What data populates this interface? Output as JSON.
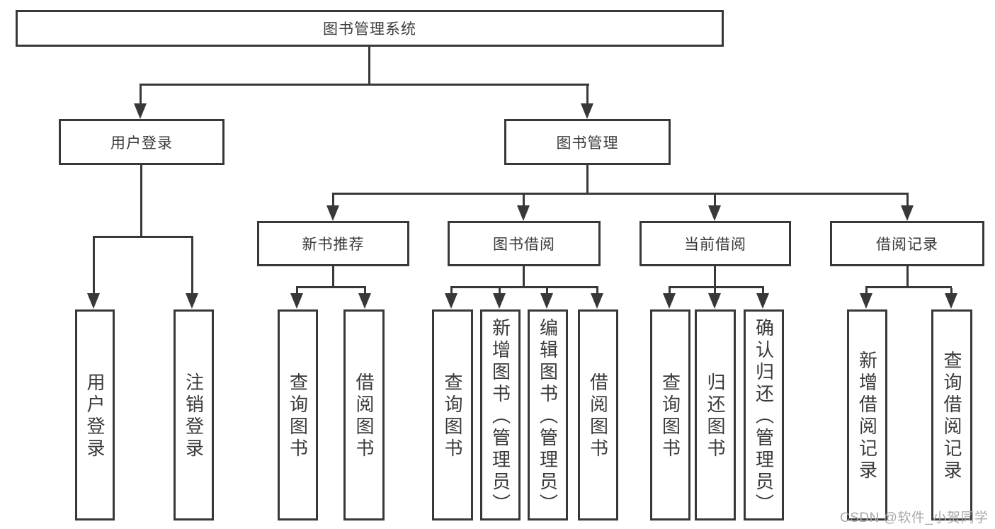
{
  "diagram_title": "图书管理系统",
  "watermark": "CSDN @软件_小贺同学",
  "colors": {
    "line": "#383838",
    "text": "#3a3a3a",
    "watermark": "#a9a9a9",
    "background": "#ffffff"
  },
  "nodes": {
    "root": "图书管理系统",
    "userLogin": "用户登录",
    "bookMgmt": "图书管理",
    "newBookRec": "新书推荐",
    "bookBorrow": "图书借阅",
    "currentBorrow": "当前借阅",
    "borrowRecord": "借阅记录",
    "leafUserLogin": "用户登录",
    "leafLogout": "注销登录",
    "leafNbSearch": "查询图书",
    "leafNbBorrow": "借阅图书",
    "leafBbSearch": "查询图书",
    "leafBbAdd": "新增图书（管理员）",
    "leafBbEdit": "编辑图书（管理员）",
    "leafBbBorrow": "借阅图书",
    "leafCbSearch": "查询图书",
    "leafCbReturn": "归还图书",
    "leafCbConfirm": "确认归还（管理员）",
    "leafBrAdd": "新增借阅记录",
    "leafBrSearch": "查询借阅记录"
  },
  "hierarchy": {
    "图书管理系统": {
      "用户登录": [
        "用户登录",
        "注销登录"
      ],
      "图书管理": {
        "新书推荐": [
          "查询图书",
          "借阅图书"
        ],
        "图书借阅": [
          "查询图书",
          "新增图书（管理员）",
          "编辑图书（管理员）",
          "借阅图书"
        ],
        "当前借阅": [
          "查询图书",
          "归还图书",
          "确认归还（管理员）"
        ],
        "借阅记录": [
          "新增借阅记录",
          "查询借阅记录"
        ]
      }
    }
  }
}
